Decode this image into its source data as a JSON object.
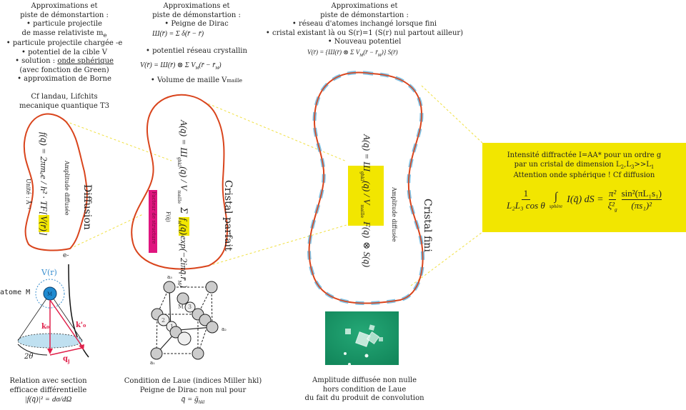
{
  "colors": {
    "blob_outline": "#d9441c",
    "dash_blue": "#6ab4dc",
    "connector": "#f0e040",
    "highlight_yellow": "#f2e600",
    "magenta_label": "#e0157f",
    "vector_red": "#e0204a",
    "atom_blue": "#1f8ad0",
    "crystal_photo_green": "#1a9c6a"
  },
  "col1": {
    "heading": [
      "Approximations et",
      "piste de démonstartion :"
    ],
    "bullets": [
      "• particule projectile",
      "de masse relativiste m",
      "• particule projectile chargée -e",
      "• potentiel de la cible V",
      "• solution : ",
      "(avec fonction de Green)",
      "• approximation de Borne"
    ],
    "mass_sub": "e",
    "underlined": "onde sphérique",
    "reference": [
      "Cf landau, Lifchits",
      "mecanique quantique T3"
    ],
    "blob_title": "Diffusion",
    "formula": "f(q̄) = 2πmₑe / h² · TF[",
    "formula_v": "V(r̄)",
    "formula_end": "]",
    "amplitude_label": "Amplitude diffusée",
    "unit_label": "Unité : Å⁻¹",
    "electron_label": "e-",
    "potential_label": "V(r)",
    "atom_label": "atome M",
    "atom_letter": "M",
    "k0_label": "k₀",
    "k0p_label": "k'₀",
    "angle_label": "2θ",
    "q_label": "q",
    "q_sub": "j",
    "caption": [
      "Relation avec section",
      "efficace différentielle"
    ],
    "caption_formula": "|f(q̄)|² = dσ/dΩ"
  },
  "col2": {
    "heading": [
      "Approximations et",
      "piste de démonstartion :"
    ],
    "bullet1": "• Peigne de Dirac",
    "formula1": "Ш",
    "formula1_rest": "(r̄) = Σ δ(r̄ − r̄",
    "bullet2": "• potentiel réseau crystallin",
    "formula2": "V(r̄) = Ш(r̄) ⊗ Σ V",
    "formula2_rest": "(r̄ − r̄",
    "bullet3": "• Volume de maille V",
    "bullet3_sub": "maille",
    "blob_title": "Cristal parfait",
    "formula_a": "A(q̄) = Ш",
    "formula_a_sub": "ghkl",
    "formula_a_mid": "(q̄) / V",
    "formula_a_mid_sub": "maille",
    "formula_sum": "Σ",
    "formula_f": "f",
    "formula_f_sub": "M",
    "formula_f_arg": "(q̄)",
    "formula_exp": "exp(−2iπq̄.r̄",
    "formula_exp_sub": "M",
    "formula_exp_end": ")",
    "brace_label": "F(q̄)",
    "structure_label": "Facteur de structure",
    "lattice_labels": {
      "a3": "a₃",
      "a2": "a₂",
      "a1": "a₁",
      "m": "M",
      "one": "1",
      "two": "2",
      "three": "3"
    },
    "caption": [
      "Condition de Laue (indices Miller hkl)",
      "Peigne de Dirac non nul pour"
    ],
    "caption_formula": "q̄ = ḡ",
    "caption_formula_sub": "hkl"
  },
  "col3": {
    "heading": [
      "Approximations et",
      "piste de démonstartion :"
    ],
    "bullets": [
      "• réseau d'atomes inchangé lorsque fini",
      "• cristal existant là ou S(r)=1 (S(r) nul partout ailleur)",
      "• Nouveau potentiel"
    ],
    "formula": "V(r̄) = {Ш(r̄) ⊗ Σ V",
    "formula_rest": "(r̄ − r̄",
    "formula_end": ")} S(r̄)",
    "blob_title": "Cristal fini",
    "formula_a": "A(q̄) = Ш",
    "formula_a_sub": "ghkl",
    "formula_a_mid": "(q̄) / V",
    "formula_a_mid_sub": "maille",
    "formula_f": "F(q̄)",
    "formula_conv": "⊗ S(q̄)",
    "amplitude_label": "Amplitude diffusée",
    "caption": [
      "Amplitude diffusée non nulle",
      "hors condition de Laue",
      "du fait du produit de convolution"
    ]
  },
  "col4": {
    "lines": [
      "Intensité diffractée I=AA* pour un ordre g",
      "par un cristal de dimension L",
      "Attention onde sphérique ! Cf diffusion"
    ],
    "line2_parts": [
      "par un cristal de dimension L",
      "2",
      ",L",
      "3",
      ">>L",
      "1"
    ],
    "formula_num": "1",
    "formula_den": "L₂L₃ cos θ",
    "formula_int": "∫",
    "formula_int_sub": "sphère",
    "formula_integrand": "I(q̄) dS =",
    "formula_pi_num": "π²",
    "formula_pi_den": "ξ²",
    "formula_pi_den_sub": "g",
    "formula_sin_num": "sin²(πL₁s₁)",
    "formula_sin_den": "(πs₁)²"
  }
}
